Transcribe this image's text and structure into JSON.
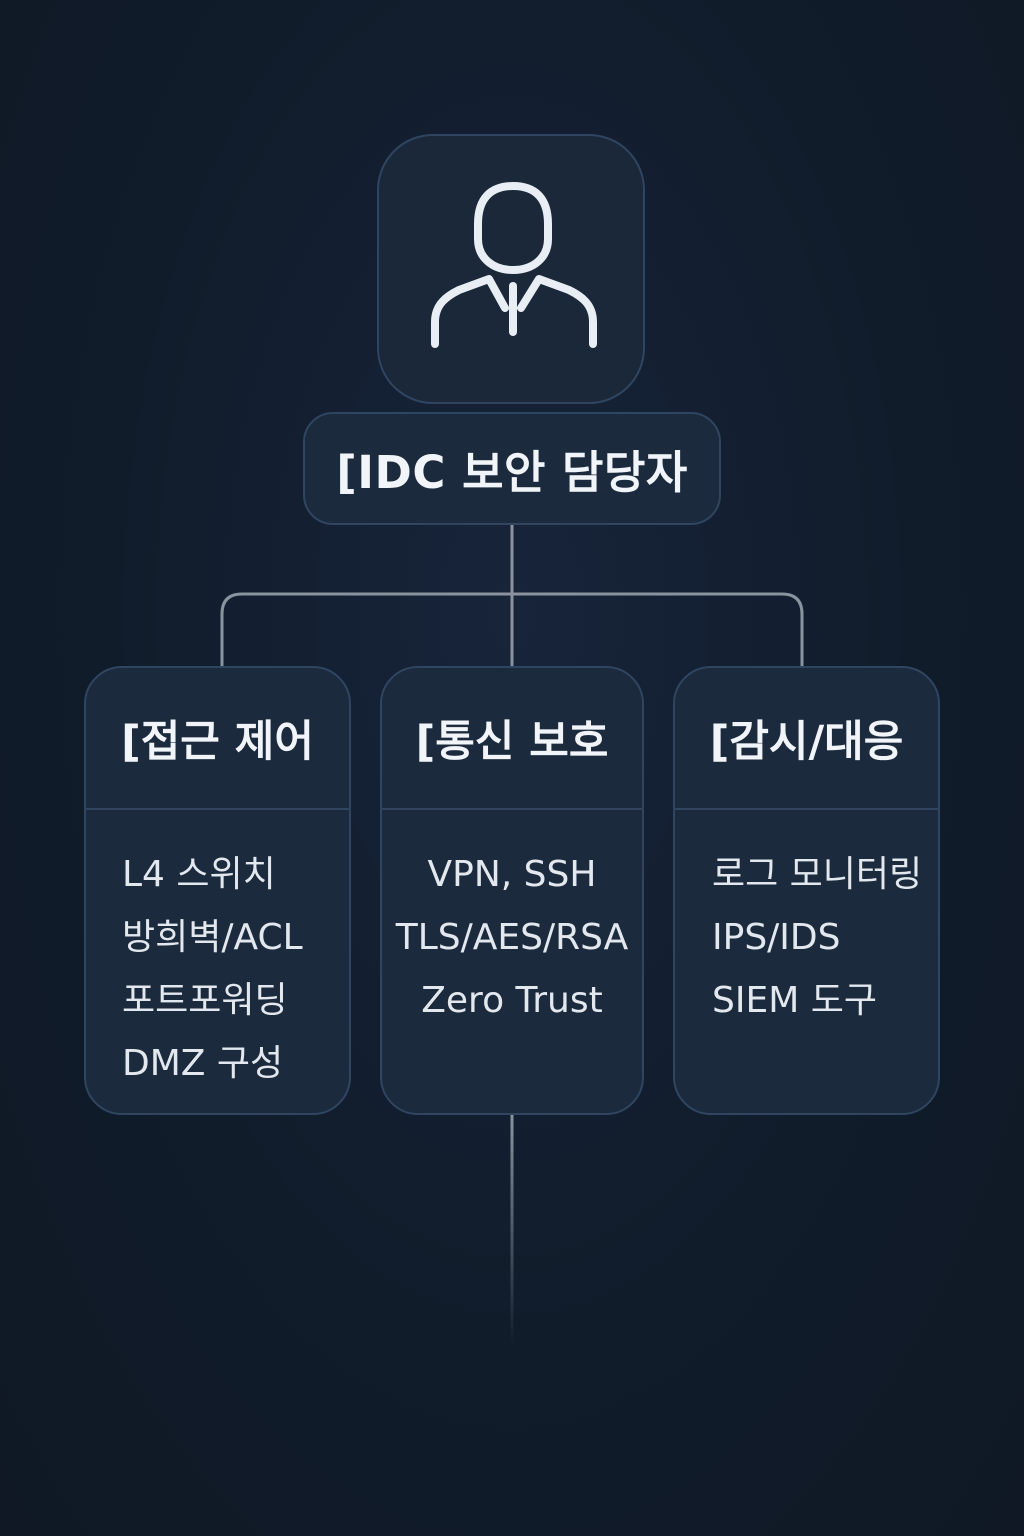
{
  "icons": {
    "person": "person-tie-icon"
  },
  "colors": {
    "background": "#111b29",
    "box_fill": "#1b2a3d",
    "box_border": "#2f4560",
    "connector": "#8a949f",
    "text": "#f1f4f8"
  },
  "root": {
    "title": "[IDC 보안 담당자"
  },
  "branches": [
    {
      "title": "[접근 제어",
      "items": [
        "L4 스위치",
        "방희벽/ACL",
        "포트포워딩",
        "DMZ 구성"
      ]
    },
    {
      "title": "[통신 보호",
      "items": [
        "VPN, SSH",
        "TLS/AES/RSA",
        "Zero Trust"
      ]
    },
    {
      "title": "[감시/대응",
      "items": [
        "로그 모니터링",
        "IPS/IDS",
        "SIEM 도구"
      ]
    }
  ]
}
